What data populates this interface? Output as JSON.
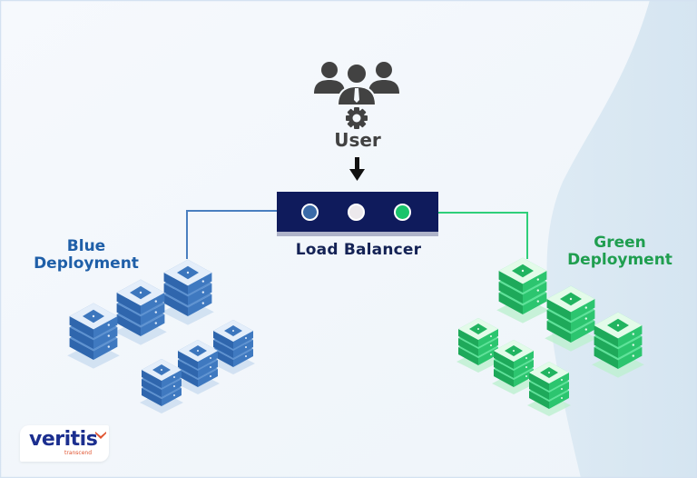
{
  "user": {
    "label": "User",
    "icon": "user-group-gear-icon",
    "arrow": "arrow-down-icon"
  },
  "load_balancer": {
    "label": "Load Balancer",
    "indicators": [
      {
        "name": "blue-indicator",
        "color": "#3a6aa8"
      },
      {
        "name": "neutral-indicator",
        "color": "#ece9ec"
      },
      {
        "name": "green-indicator",
        "color": "#19c46b"
      }
    ]
  },
  "blue_deployment": {
    "label": "Blue Deployment",
    "line1": "Blue",
    "line2": "Deployment",
    "color": "#1f5fa8",
    "connector_color": "#4a7fc0",
    "server_stacks": 6
  },
  "green_deployment": {
    "label": "Green Deployment",
    "line1": "Green",
    "line2": "Deployment",
    "color": "#1f9e4f",
    "connector_color": "#2fcf7a",
    "server_stacks": 6
  },
  "logo": {
    "wordmark": "veritis",
    "tagline": "transcend"
  },
  "colors": {
    "lb_body": "#0f1b5c",
    "user_icon": "#424242"
  }
}
